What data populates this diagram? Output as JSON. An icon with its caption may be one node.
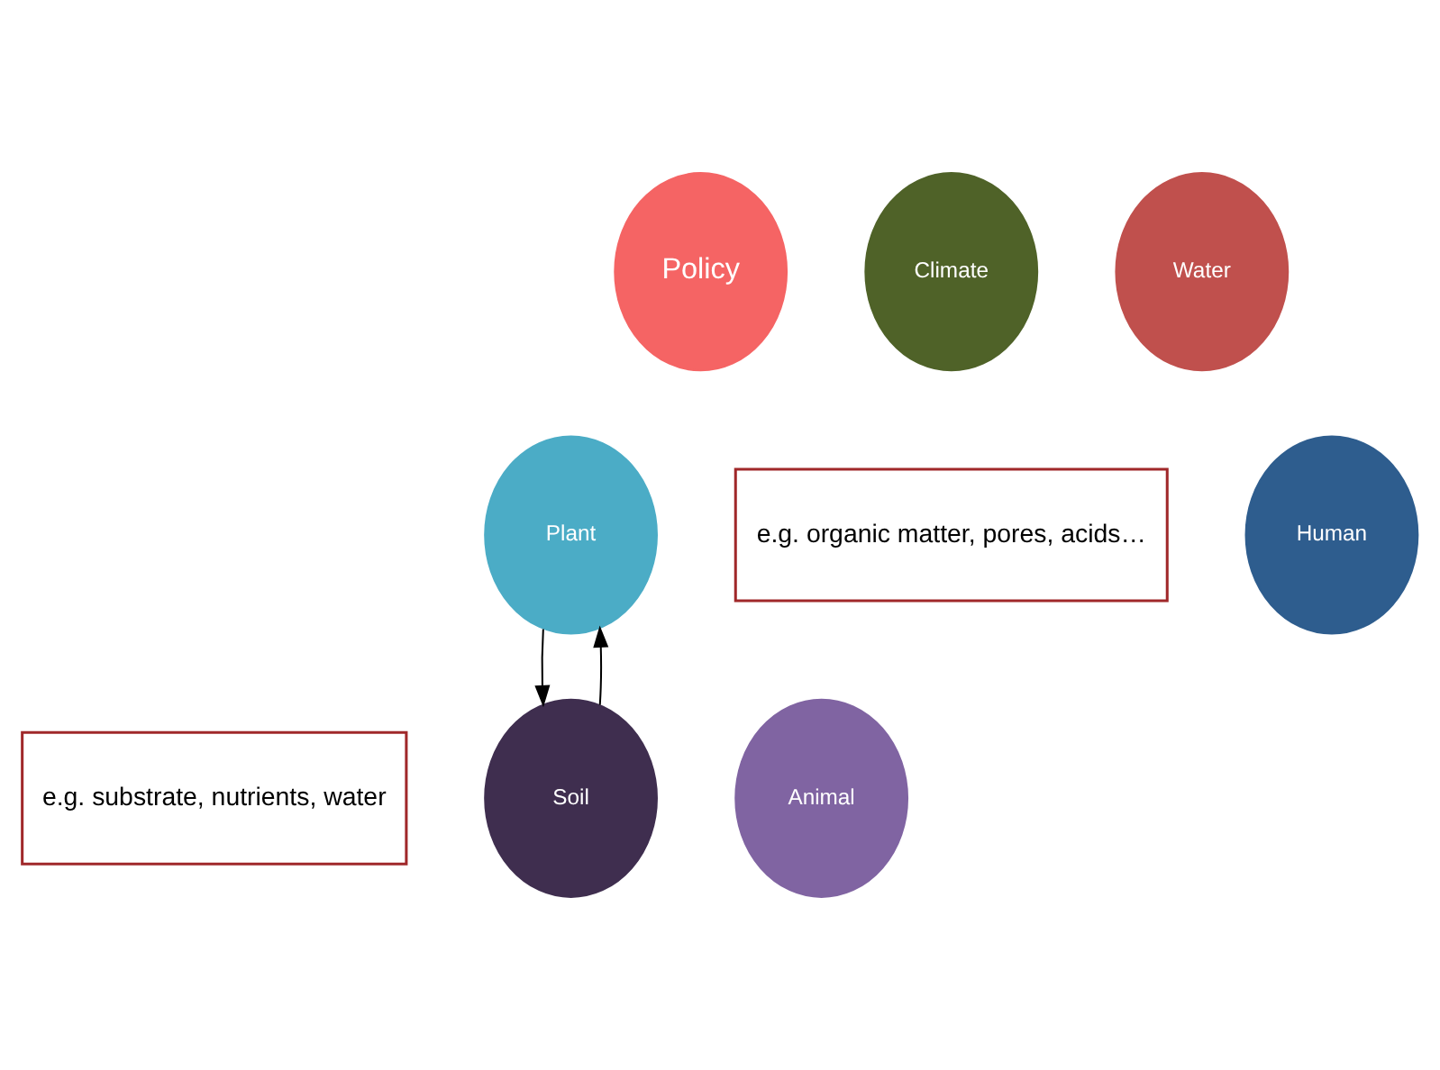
{
  "diagram": {
    "nodes": [
      {
        "text": [
          "Policy"
        ]
      },
      {
        "text": [
          "Climate"
        ]
      },
      {
        "text": [
          "Water"
        ]
      },
      {
        "text": [
          "Plant"
        ]
      },
      {
        "text": [
          "e.g. organic matter, pores, acids…"
        ]
      },
      {
        "text": [
          "Human"
        ]
      },
      {
        "text": [
          "e.g. substrate, nutrients, water"
        ]
      },
      {
        "text": [
          "Soil"
        ]
      },
      {
        "text": [
          "Animal"
        ]
      }
    ],
    "edges": [
      {
        "from": 3,
        "to": 7,
        "arrow": "to"
      },
      {
        "from": 7,
        "to": 3,
        "arrow": "to"
      }
    ]
  }
}
